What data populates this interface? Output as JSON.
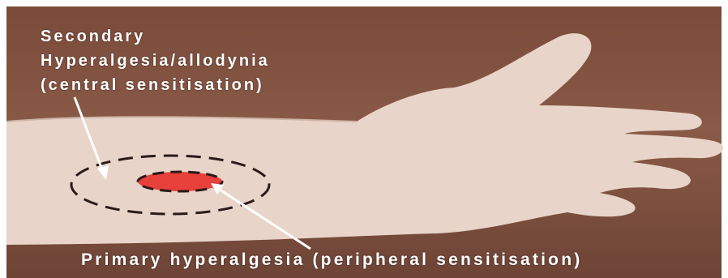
{
  "labels": {
    "secondary_line1": "Secondary",
    "secondary_line2": "Hyperalgesia/allodynia",
    "secondary_line3": "(central sensitisation)",
    "primary": "Primary hyperalgesia (peripheral sensitisation)"
  },
  "colors": {
    "background": "#8a5a48",
    "skin": "#e8d4c8",
    "primary_zone": "#e8403a",
    "dashed_outline": "#2a1a18",
    "label_text": "#ffffff"
  }
}
